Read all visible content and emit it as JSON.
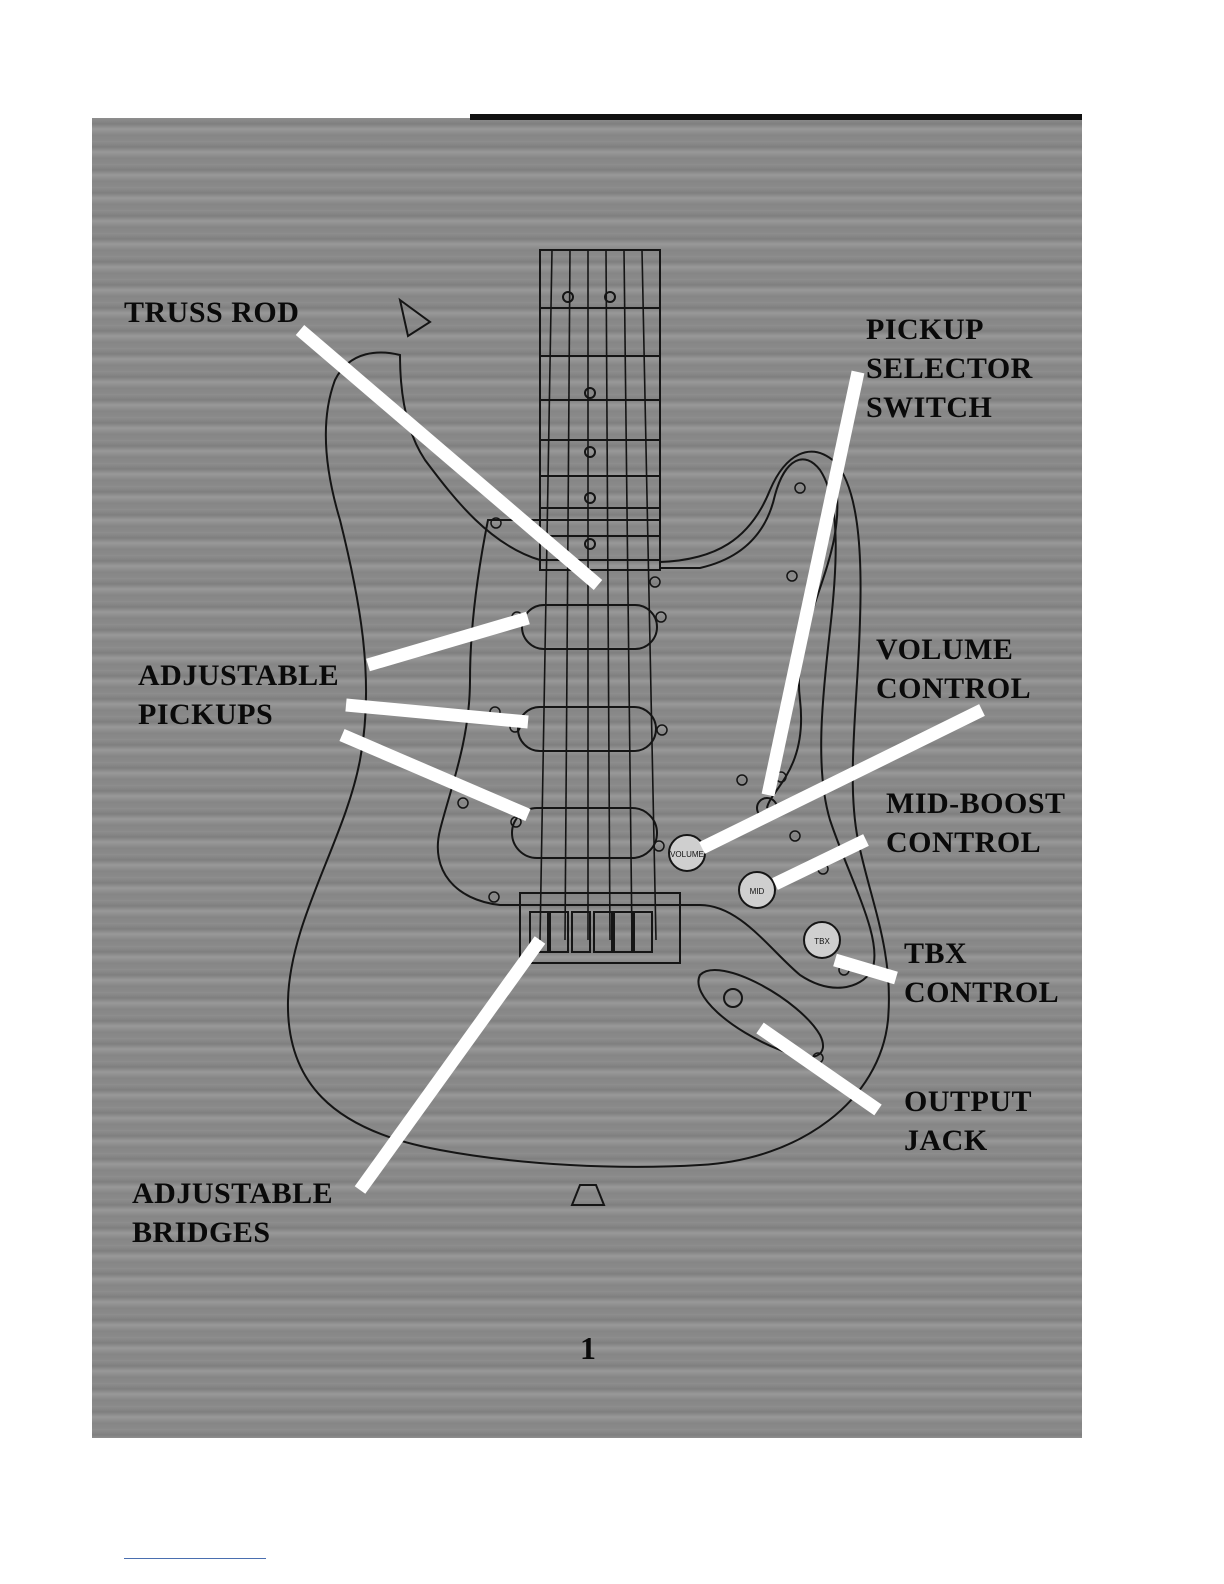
{
  "labels": {
    "truss_rod": "TRUSS ROD",
    "pickup_selector": "PICKUP\nSELECTOR\nSWITCH",
    "volume": "VOLUME\nCONTROL",
    "adjustable_pickups": "ADJUSTABLE\nPICKUPS",
    "mid_boost": "MID-BOOST\nCONTROL",
    "tbx": "TBX\nCONTROL",
    "output_jack": "OUTPUT\nJACK",
    "adjustable_bridges": "ADJUSTABLE\nBRIDGES"
  },
  "knobs": {
    "volume": "VOLUME",
    "mid": "MID",
    "tbx": "TBX"
  },
  "page_number": "1"
}
